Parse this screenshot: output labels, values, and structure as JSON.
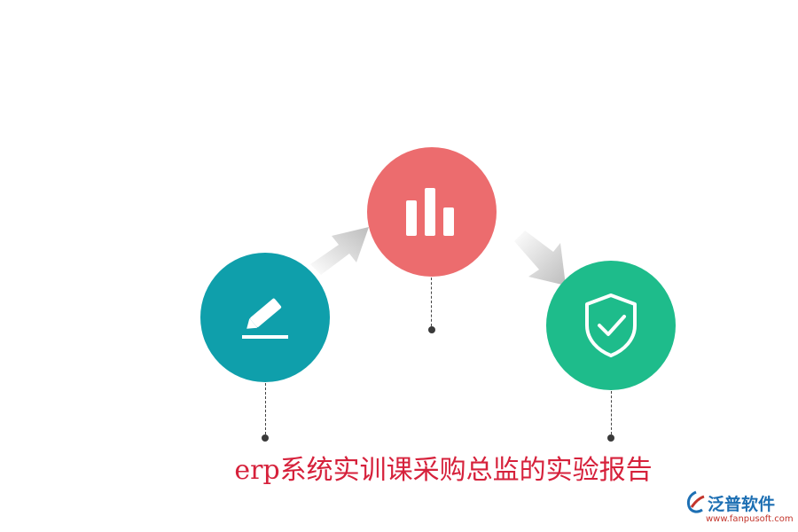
{
  "title": "erp系统实训课采购总监的实验报告",
  "steps": [
    {
      "icon": "pencil-icon",
      "color": "#0f9fab"
    },
    {
      "icon": "bar-chart-icon",
      "color": "#ec6c6e"
    },
    {
      "icon": "shield-check-icon",
      "color": "#1ebc8b"
    }
  ],
  "logo": {
    "name": "泛普软件",
    "url": "www.fanpusoft.com",
    "brand_color": "#1d6fb3",
    "accent_color": "#c3342b"
  }
}
